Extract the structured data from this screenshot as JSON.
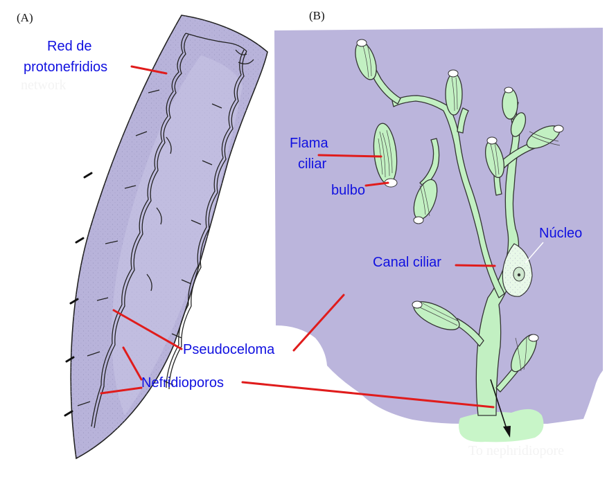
{
  "panels": {
    "a": "(A)",
    "b": "(B)"
  },
  "labels": {
    "red_line1": "Red de",
    "red_line2": "protonefridios",
    "flama_line1": "Flama",
    "flama_line2": "ciliar",
    "bulbo": "bulbo",
    "nucleo": "Núcleo",
    "canal": "Canal ciliar",
    "pseudoceloma": "Pseudoceloma",
    "nefridioporos": "Nefridioporos"
  },
  "ghost_text": {
    "network": "network",
    "to_nephridiopore": "To nephridiopore"
  },
  "colors": {
    "label_text": "#1010e0",
    "leader": "#e01c1c",
    "body_fill": "#b8b3da",
    "body_outline": "#222222",
    "tissue_fill": "#bbb5dc",
    "tubule_fill": "#c2f0c2",
    "tubule_outline": "#333333",
    "nephridiopore_fill": "#c8f5c8"
  }
}
